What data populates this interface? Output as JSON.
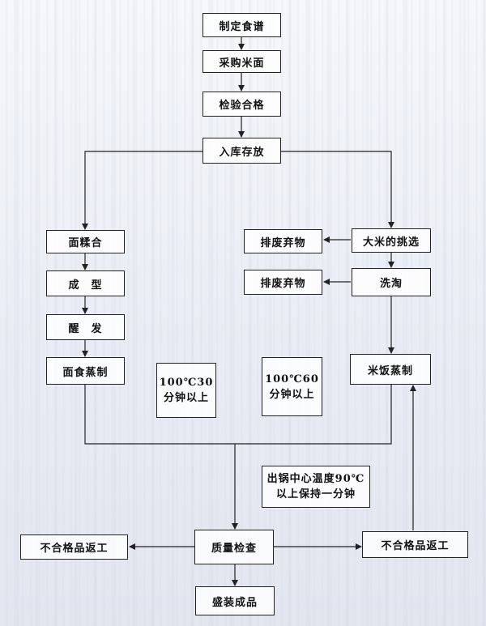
{
  "nodes": {
    "recipe": "制定食谱",
    "purchase": "采购米面",
    "inspect": "检验合格",
    "storage": "入库存放",
    "kneading": "面糅合",
    "shaping": "成　型",
    "proofing": "醒　发",
    "noodle_steaming": "面食蒸制",
    "rice_picking": "大米的挑选",
    "washing": "洗淘",
    "rice_steaming": "米饭蒸制",
    "discard_1": "排废弃物",
    "discard_2": "排废弃物",
    "qc": "质量检查",
    "reject_left": "不合格品返工",
    "reject_right": "不合格品返工",
    "package": "盛装成品"
  },
  "notes": {
    "noodle_condition": [
      "100℃30",
      "分钟以上"
    ],
    "rice_condition": [
      "100℃60",
      "分钟以上"
    ],
    "core_temp": [
      "出锅中心温度90℃",
      "以上保持一分钟"
    ]
  }
}
